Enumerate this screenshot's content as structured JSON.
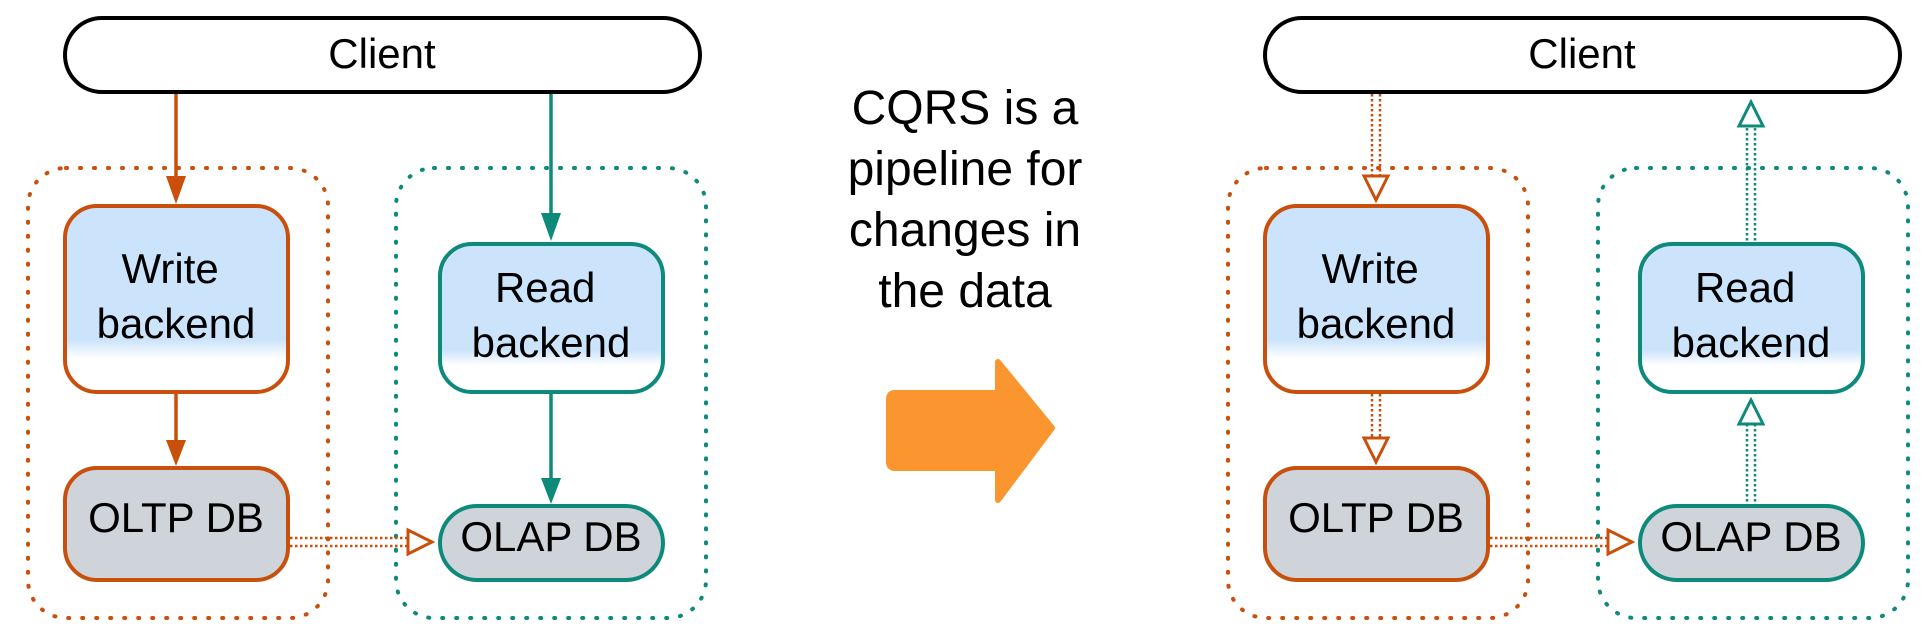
{
  "left_panel": {
    "client_label": "Client",
    "write_backend_label": [
      "Write",
      "backend"
    ],
    "read_backend_label": [
      "Read",
      "backend"
    ],
    "oltp_label": "OLTP DB",
    "olap_label": "OLAP DB"
  },
  "caption": {
    "lines": [
      "CQRS is a",
      "pipeline for",
      "changes in",
      "the data"
    ]
  },
  "right_panel": {
    "client_label": "Client",
    "write_backend_label": [
      "Write",
      "backend"
    ],
    "read_backend_label": [
      "Read",
      "backend"
    ],
    "oltp_label": "OLTP DB",
    "olap_label": "OLAP DB"
  },
  "colors": {
    "write_side": "#c9500c",
    "read_side": "#0e8a7a",
    "backend_fill": "#cce4fb",
    "db_fill": "#cfd3da",
    "transform_arrow": "#fb9530"
  }
}
